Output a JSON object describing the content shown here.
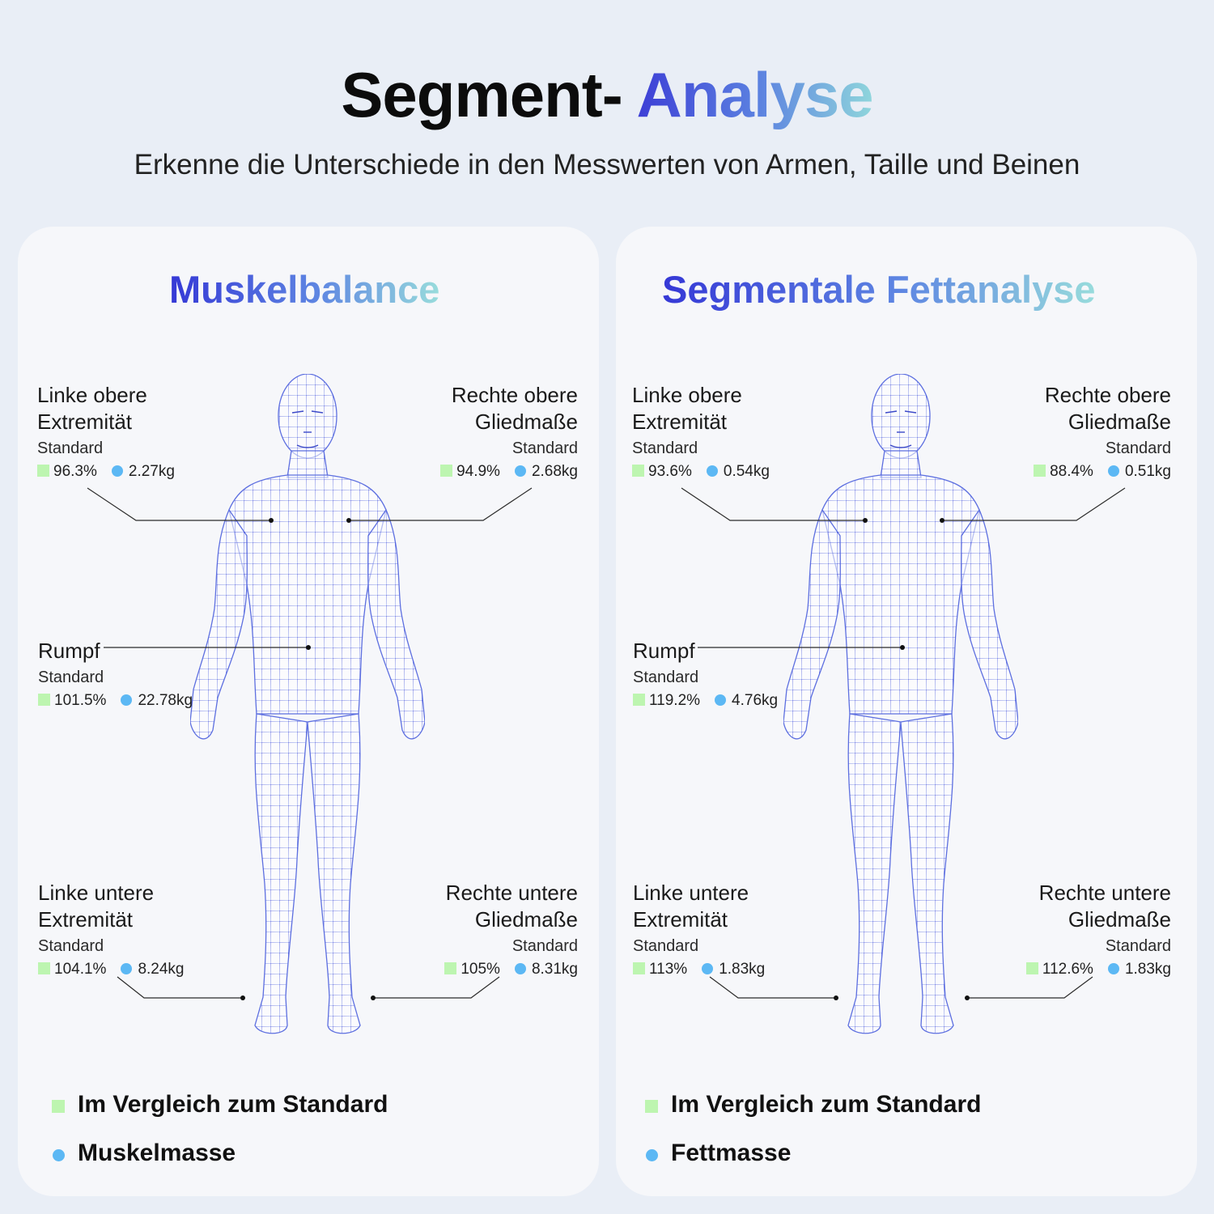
{
  "header": {
    "title_dark": "Segment-",
    "title_accent": "Analyse",
    "subtitle": "Erkenne die Unterschiede in den Messwerten von Armen, Taille und Beinen"
  },
  "panels": [
    {
      "title": "Muskelbalance",
      "segments": {
        "left_upper": {
          "label1": "Linke obere",
          "label2": "Extremität",
          "status": "Standard",
          "percent": "96.3%",
          "mass": "2.27kg"
        },
        "right_upper": {
          "label1": "Rechte obere",
          "label2": "Gliedmaße",
          "status": "Standard",
          "percent": "94.9%",
          "mass": "2.68kg"
        },
        "trunk": {
          "label1": "Rumpf",
          "status": "Standard",
          "percent": "101.5%",
          "mass": "22.78kg"
        },
        "left_lower": {
          "label1": "Linke untere",
          "label2": "Extremität",
          "status": "Standard",
          "percent": "104.1%",
          "mass": "8.24kg"
        },
        "right_lower": {
          "label1": "Rechte untere",
          "label2": "Gliedmaße",
          "status": "Standard",
          "percent": "105%",
          "mass": "8.31kg"
        }
      },
      "legend": {
        "compare": "Im Vergleich zum Standard",
        "mass": "Muskelmasse"
      }
    },
    {
      "title": "Segmentale Fettanalyse",
      "segments": {
        "left_upper": {
          "label1": "Linke obere",
          "label2": "Extremität",
          "status": "Standard",
          "percent": "93.6%",
          "mass": "0.54kg"
        },
        "right_upper": {
          "label1": "Rechte obere",
          "label2": "Gliedmaße",
          "status": "Standard",
          "percent": "88.4%",
          "mass": "0.51kg"
        },
        "trunk": {
          "label1": "Rumpf",
          "status": "Standard",
          "percent": "119.2%",
          "mass": "4.76kg"
        },
        "left_lower": {
          "label1": "Linke untere",
          "label2": "Extremität",
          "status": "Standard",
          "percent": "113%",
          "mass": "1.83kg"
        },
        "right_lower": {
          "label1": "Rechte untere",
          "label2": "Gliedmaße",
          "status": "Standard",
          "percent": "112.6%",
          "mass": "1.83kg"
        }
      },
      "legend": {
        "compare": "Im Vergleich zum Standard",
        "mass": "Fettmasse"
      }
    }
  ],
  "colors": {
    "accent_start": "#3538d6",
    "accent_end": "#98dcdc",
    "compare_marker": "#bdf5b0",
    "mass_marker": "#5cb8f4",
    "panel_bg": "#f6f7fa",
    "page_bg": "#e9eef6"
  },
  "icons": {
    "figure": "wireframe-human-body-icon",
    "compare": "green-square-marker",
    "mass": "blue-dot-marker"
  }
}
